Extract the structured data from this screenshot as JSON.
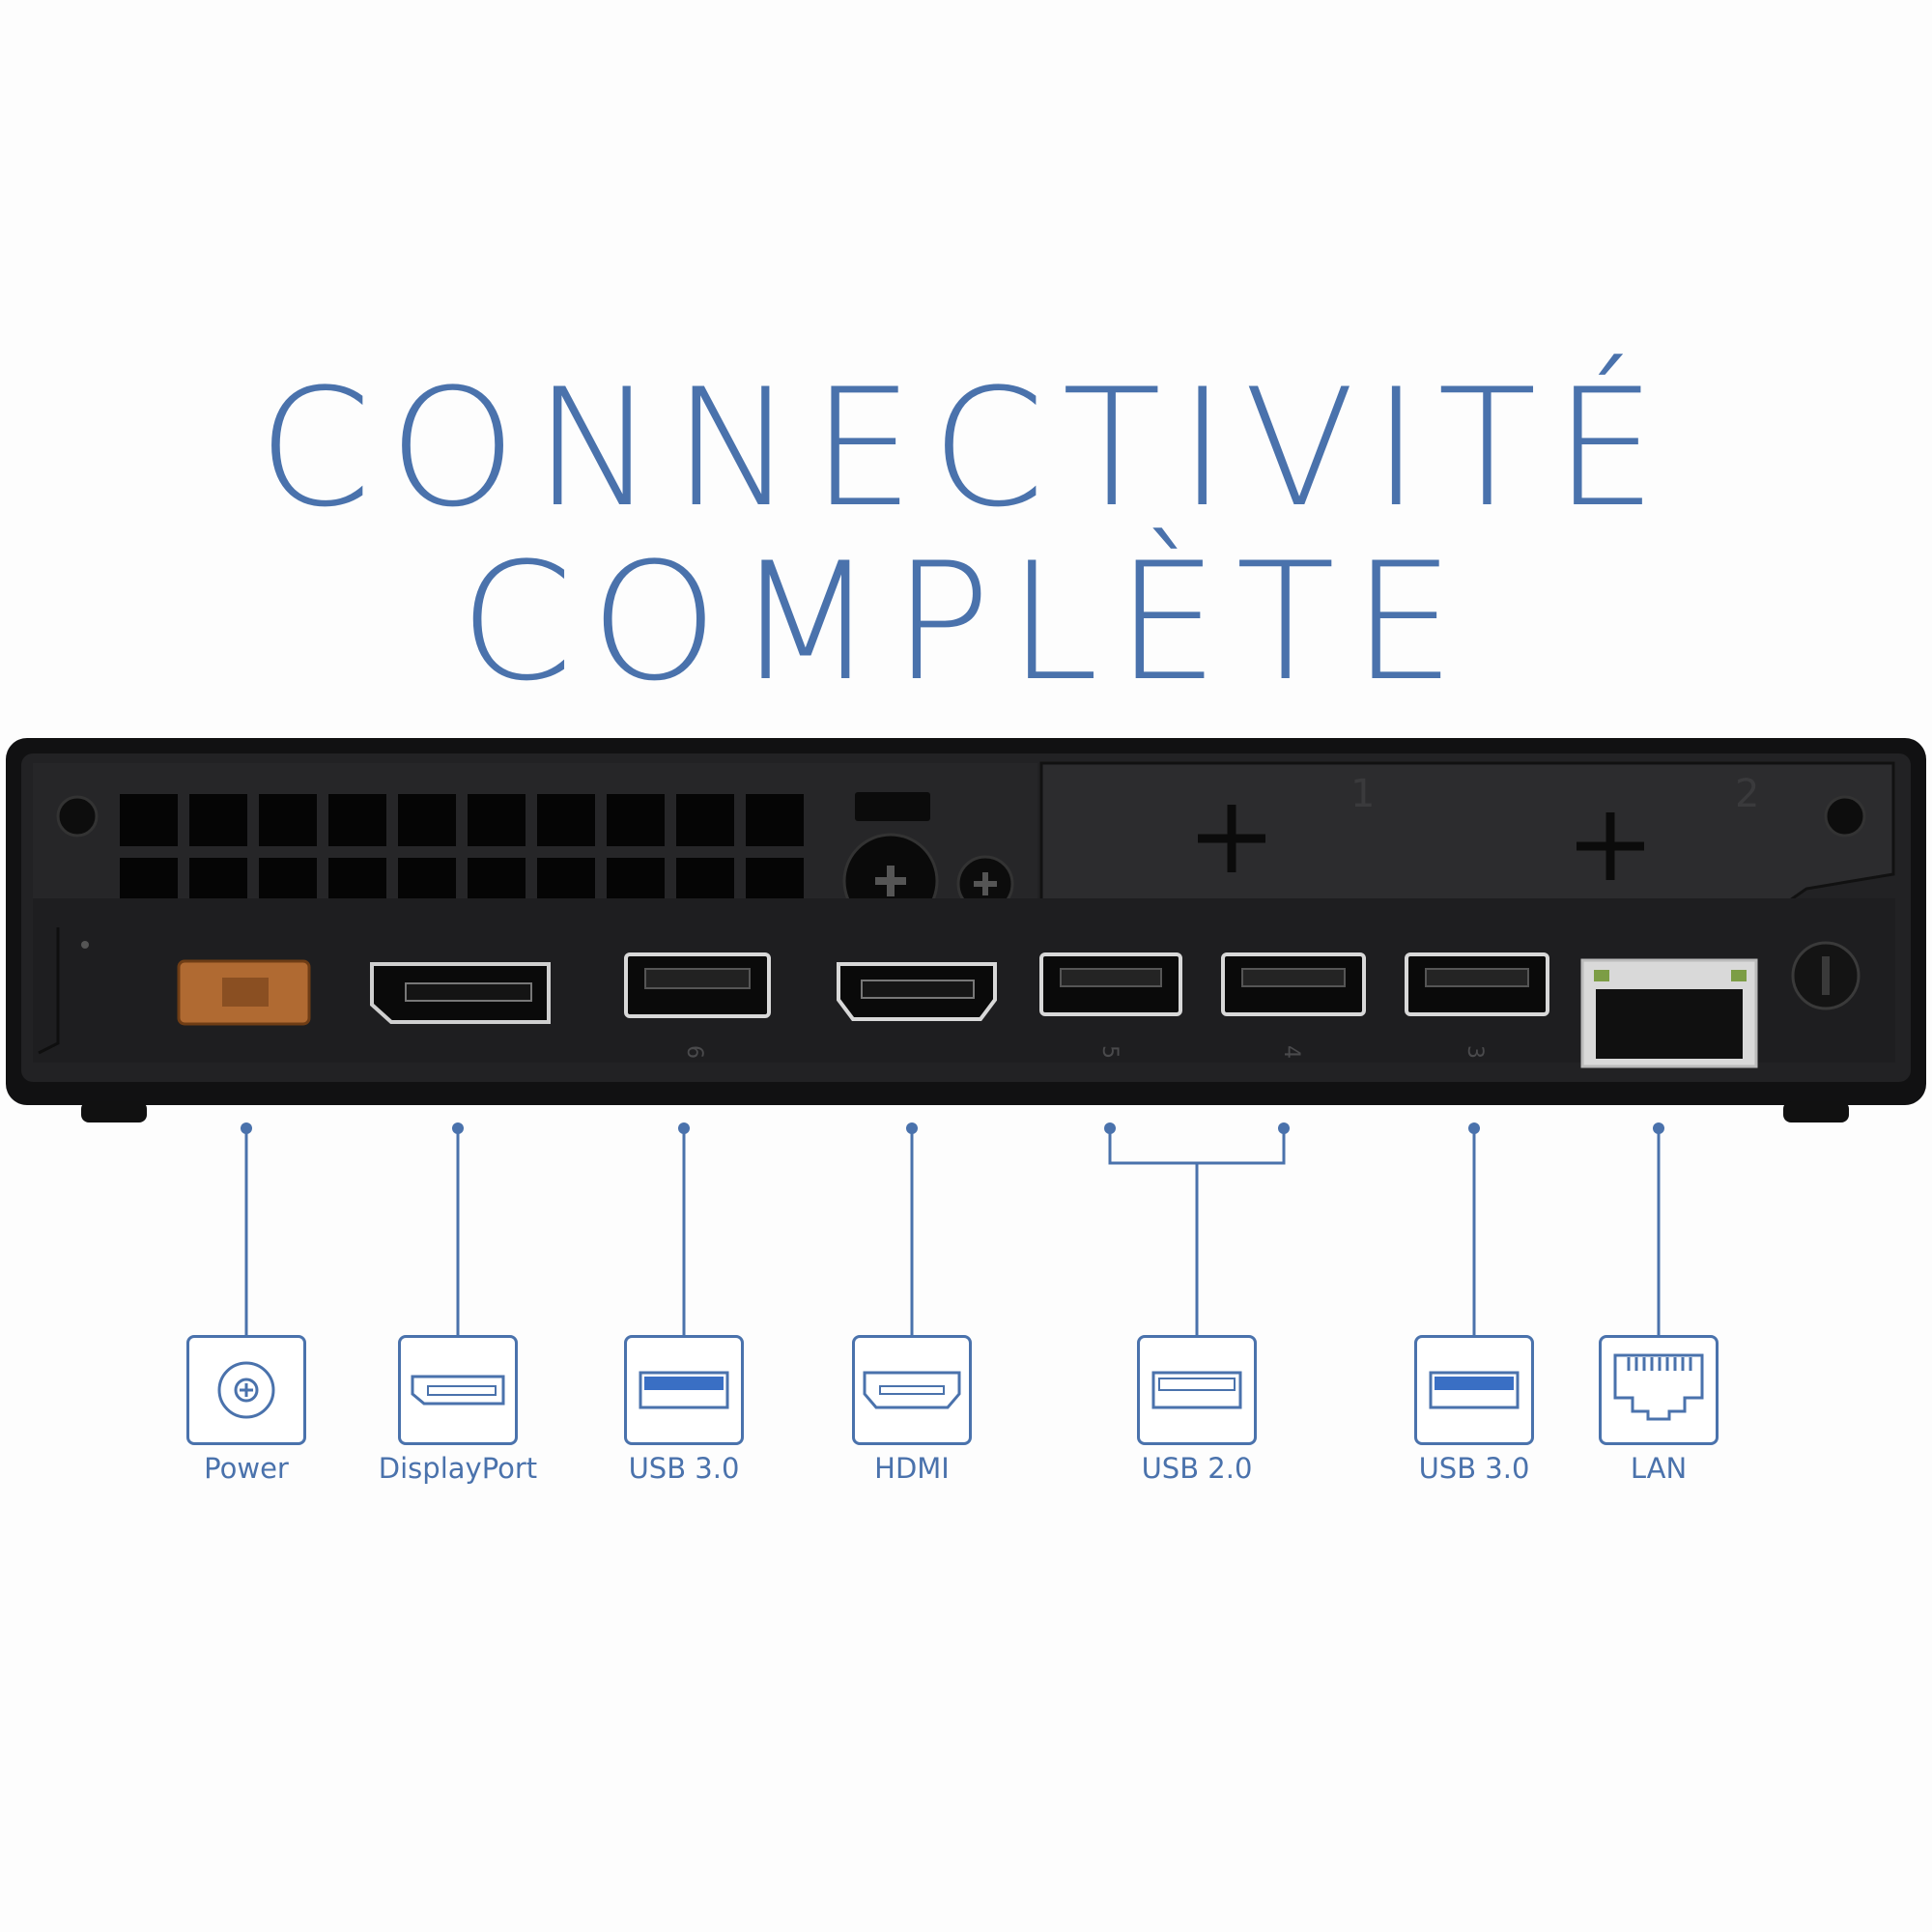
{
  "title": {
    "line1": "CONNECTIVITÉ",
    "line2": "COMPLÈTE"
  },
  "colors": {
    "accent": "#4a72ac",
    "device_body": "#1b1b1c",
    "power_port": "#b06a32",
    "usb3_fill": "#3a6fc4"
  },
  "ports": [
    {
      "label": "Power",
      "icon": "power-icon"
    },
    {
      "label": "DisplayPort",
      "icon": "displayport-icon"
    },
    {
      "label": "USB 3.0",
      "icon": "usb3-icon"
    },
    {
      "label": "HDMI",
      "icon": "hdmi-icon"
    },
    {
      "label": "USB 2.0",
      "icon": "usb2-icon"
    },
    {
      "label": "USB 3.0",
      "icon": "usb3-icon"
    },
    {
      "label": "LAN",
      "icon": "lan-icon"
    }
  ],
  "device": {
    "bay_numbers": [
      "1",
      "2"
    ],
    "usb_port_numbers": [
      "6",
      "5",
      "4",
      "3"
    ]
  }
}
